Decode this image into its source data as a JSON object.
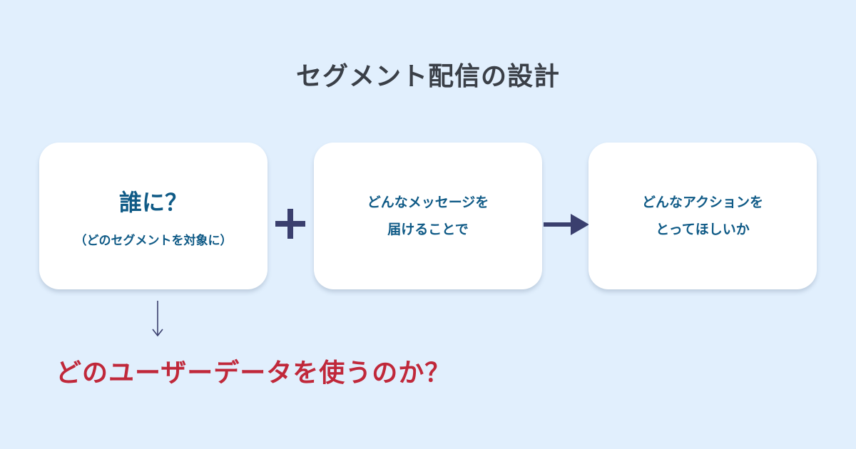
{
  "title": "セグメント配信の設計",
  "cards": [
    {
      "heading": "誰に？",
      "sub": "（どのセグメントを対象に）"
    },
    {
      "lines": [
        "どんなメッセージを",
        "届けることで"
      ]
    },
    {
      "lines": [
        "どんなアクションを",
        "とってほしいか"
      ]
    }
  ],
  "connectors": {
    "plus_icon": "plus-icon",
    "arrow_right_icon": "arrow-right-icon",
    "arrow_down_icon": "arrow-down-icon"
  },
  "question": "どのユーザーデータを使うのか？",
  "colors": {
    "background": "#e1effd",
    "title": "#3a3f47",
    "card_text": "#0f5a86",
    "connector": "#3a3f6e",
    "question": "#c0283a"
  }
}
